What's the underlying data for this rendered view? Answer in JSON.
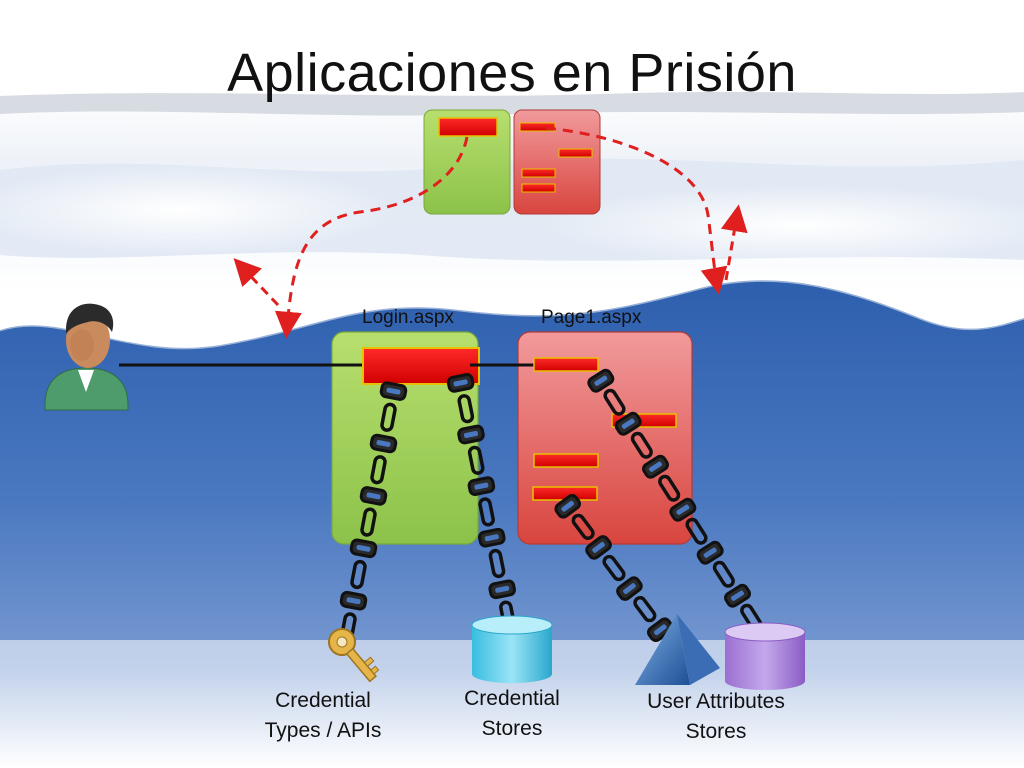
{
  "title": "Aplicaciones en Prisión",
  "pages": {
    "login": "Login.aspx",
    "page1": "Page1.aspx"
  },
  "stores": {
    "credential_types": [
      "Credential",
      "Types / APIs"
    ],
    "credential_stores": [
      "Credential",
      "Stores"
    ],
    "user_attributes": [
      "User Attributes",
      "Stores"
    ]
  },
  "colors": {
    "green_app": "#9fcf4f",
    "red_app": "#e4575a",
    "block": "#f00000",
    "block_border": "#e8c000",
    "arrow": "#e01f1f",
    "chain": "#111111",
    "water": "#4f7cbf"
  },
  "icons": {
    "user": "user-icon",
    "key": "key-icon",
    "cylinder_blue": "database-cylinder-icon",
    "pyramid": "pyramid-store-icon",
    "cylinder_purple": "database-cylinder-icon"
  }
}
